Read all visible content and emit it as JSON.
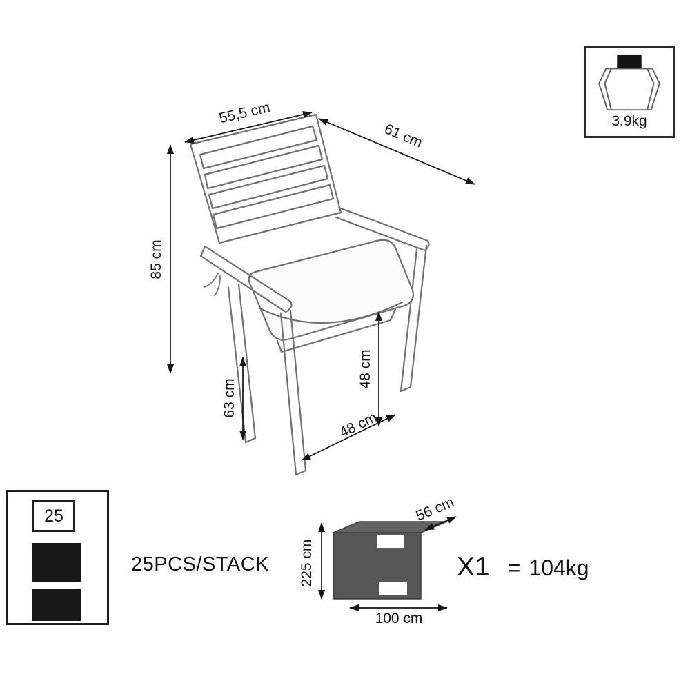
{
  "chair": {
    "dims": {
      "back_width": "55,5 cm",
      "depth": "61 cm",
      "height": "85 cm",
      "armrest_height": "63 cm",
      "seat_height": "48 cm",
      "seat_width": "48 cm"
    }
  },
  "weight_badge": {
    "value": "3.9kg"
  },
  "stack_badge": {
    "count": "25",
    "label": "25PCS/STACK"
  },
  "package": {
    "depth": "56 cm",
    "height": "225 cm",
    "width": "100 cm",
    "quantity": "X1",
    "equals_sign": "=",
    "weight": "104kg"
  },
  "colors": {
    "chair_line": "#707070",
    "dimension_line": "#141414",
    "package_front": "#575757",
    "package_top": "#636363",
    "badge_border": "#1e1e1e",
    "background": "#ffffff"
  }
}
